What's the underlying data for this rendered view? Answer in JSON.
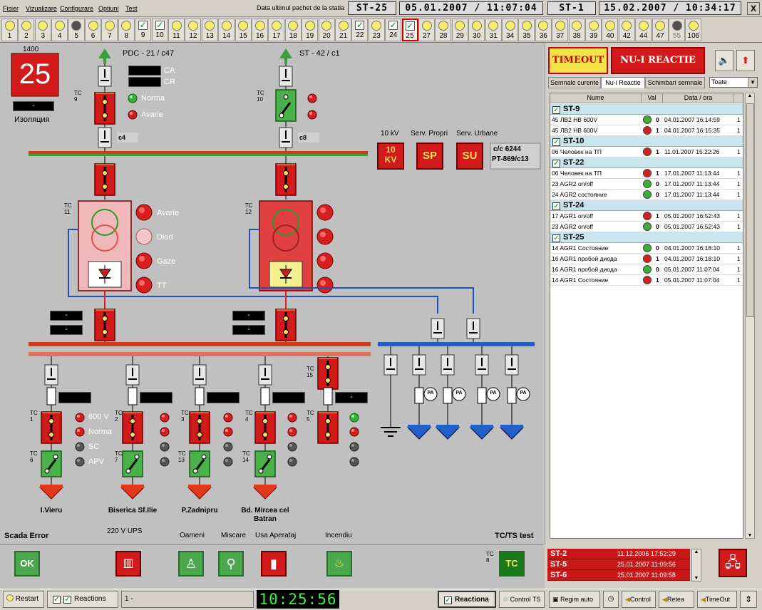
{
  "menu": [
    "Fisier",
    "Vizualizare",
    "Configurare",
    "Optiuni",
    "Test"
  ],
  "header": {
    "last_packet_label": "Data ultimul pachet de la statia",
    "station_a": "ST-25",
    "datetime_a": "05.01.2007 / 11:07:04",
    "station_b": "ST-1",
    "datetime_b": "15.02.2007 / 10:34:17",
    "close": "X"
  },
  "stations": [
    {
      "n": "1",
      "t": "dot"
    },
    {
      "n": "2",
      "t": "dot"
    },
    {
      "n": "3",
      "t": "dot"
    },
    {
      "n": "4",
      "t": "dot"
    },
    {
      "n": "5",
      "t": "off"
    },
    {
      "n": "6",
      "t": "dot"
    },
    {
      "n": "7",
      "t": "dot"
    },
    {
      "n": "8",
      "t": "dot"
    },
    {
      "n": "9",
      "t": "chk"
    },
    {
      "n": "10",
      "t": "chk"
    },
    {
      "n": "11",
      "t": "dot"
    },
    {
      "n": "12",
      "t": "dot"
    },
    {
      "n": "13",
      "t": "dot"
    },
    {
      "n": "14",
      "t": "dot"
    },
    {
      "n": "15",
      "t": "dot"
    },
    {
      "n": "16",
      "t": "dot"
    },
    {
      "n": "17",
      "t": "dot"
    },
    {
      "n": "18",
      "t": "dot"
    },
    {
      "n": "19",
      "t": "dot"
    },
    {
      "n": "20",
      "t": "dot"
    },
    {
      "n": "21",
      "t": "dot"
    },
    {
      "n": "22",
      "t": "chk"
    },
    {
      "n": "23",
      "t": "dot"
    },
    {
      "n": "24",
      "t": "chk"
    },
    {
      "n": "25",
      "t": "chk",
      "sel": true
    },
    {
      "n": "27",
      "t": "dot"
    },
    {
      "n": "28",
      "t": "dot"
    },
    {
      "n": "29",
      "t": "dot"
    },
    {
      "n": "30",
      "t": "dot"
    },
    {
      "n": "31",
      "t": "dot"
    },
    {
      "n": "34",
      "t": "dot"
    },
    {
      "n": "35",
      "t": "dot"
    },
    {
      "n": "36",
      "t": "dot"
    },
    {
      "n": "37",
      "t": "dot"
    },
    {
      "n": "38",
      "t": "dot"
    },
    {
      "n": "39",
      "t": "dot"
    },
    {
      "n": "40",
      "t": "dot"
    },
    {
      "n": "42",
      "t": "dot"
    },
    {
      "n": "44",
      "t": "dot"
    },
    {
      "n": "47",
      "t": "dot"
    },
    {
      "n": "55",
      "t": "off",
      "grey": true
    },
    {
      "n": "106",
      "t": "dot"
    }
  ],
  "scheme": {
    "station_code": "1400",
    "station_number": "25",
    "isolation_value": "-",
    "isolation_label": "Изоляция",
    "feed_left": "PDC - 21 / c47",
    "feed_right": "ST - 42 / c1",
    "ca": "CA",
    "cr": "CR",
    "tc9": "TC\n9",
    "tc10": "TC\n10",
    "norma": "Norma",
    "avarie": "Avarie",
    "c4": "c4",
    "c8": "c8",
    "kv_label": "10 kV",
    "serv_propri": "Serv. Propri",
    "serv_urbane": "Serv. Urbane",
    "btn_10kv": "10\nKV",
    "btn_sp": "SP",
    "btn_su": "SU",
    "cc": "c/c 6244",
    "pt": "PT-869/c13",
    "tc11": "TC\n11",
    "tc12": "TC\n12",
    "t_avarie": "Avarie",
    "t_diod": "Diod",
    "t_gaze": "Gaze",
    "t_tt": "TT",
    "dash": "-",
    "f_600": "600 V",
    "f_norma": "Norma",
    "f_sc": "SC",
    "f_apv": "APV",
    "tc1": "TC\n1",
    "tc2": "TC\n2",
    "tc3": "TC\n3",
    "tc4": "TC\n4",
    "tc5": "TC\n5",
    "tc15": "TC\n15",
    "tc6": "TC\n6",
    "tc7": "TC\n7",
    "tc13": "TC\n13",
    "tc14": "TC\n14",
    "pa": "PA",
    "feeders": [
      "I.Vieru",
      "Biserica Sf.Ilie",
      "P.Zadnipru",
      "Bd. Mircea cel\nBatran"
    ]
  },
  "bottom": {
    "scada_error": "Scada Error",
    "ups": "220 V UPS",
    "oameni": "Oameni",
    "miscare": "Miscare",
    "usa": "Usa Aperataj",
    "incendiu": "Incendiu",
    "tcts": "TC/TS test",
    "ok": "OK",
    "tc8": "TC\n8",
    "tc": "TC"
  },
  "rpanel": {
    "timeout": "TIMEOUT",
    "noreact": "NU-I REACTIE",
    "tabs": [
      "Semnale curente",
      "Nu-i Reactie",
      "Schimbari semnale"
    ],
    "filter": "Toate",
    "cols": [
      "Nume",
      "Val",
      "Data / ora"
    ],
    "groups": [
      {
        "name": "ST-9",
        "rows": [
          [
            "45 ЛВ2 НВ 600V",
            "g",
            "0",
            "04.01.2007 16:14:59",
            "1"
          ],
          [
            "45 ЛВ2 НВ 600V",
            "r",
            "1",
            "04.01.2007 16:15:35",
            "1"
          ]
        ]
      },
      {
        "name": "ST-10",
        "rows": [
          [
            "06 Человек на ТП",
            "r",
            "1",
            "11.01.2007 15:22:26",
            "1"
          ]
        ]
      },
      {
        "name": "ST-22",
        "rows": [
          [
            "06 Человек на ТП",
            "r",
            "1",
            "17.01.2007 11:13:44",
            "1"
          ],
          [
            "23 AGR2 on/off",
            "g",
            "0",
            "17.01.2007 11:13:44",
            "1"
          ],
          [
            "24 AGR2 состояние",
            "g",
            "0",
            "17.01.2007 11:13:44",
            "1"
          ]
        ]
      },
      {
        "name": "ST-24",
        "rows": [
          [
            "17 AGR1 on/off",
            "r",
            "1",
            "05.01.2007 16:52:43",
            "1"
          ],
          [
            "23 AGR2 on/off",
            "g",
            "0",
            "05.01.2007 16:52:43",
            "1"
          ]
        ]
      },
      {
        "name": "ST-25",
        "rows": [
          [
            "14 AGR1 Состояние",
            "g",
            "0",
            "04.01.2007 16:18:10",
            "1"
          ],
          [
            "16 AGR1 пробой диода",
            "r",
            "1",
            "04.01.2007 16:18:10",
            "1"
          ],
          [
            "16 AGR1 пробой диода",
            "g",
            "0",
            "05.01.2007 11:07:04",
            "1"
          ],
          [
            "14 AGR1 Состояние",
            "r",
            "1",
            "05.01.2007 11:07:04",
            "1"
          ]
        ]
      }
    ]
  },
  "alarms": [
    [
      "ST-2",
      "11.12.2006  17:52:29"
    ],
    [
      "ST-5",
      "25.01.2007  11:09:56"
    ],
    [
      "ST-6",
      "25.01.2007  11:09:58"
    ]
  ],
  "taskbar": {
    "restart": "Restart",
    "reactions": "Reactions",
    "field": "1 -",
    "clock": "10:25:56",
    "reactiona": "Reactiona",
    "control_ts": "Control TS",
    "regim": "Regim auto",
    "control": "Control",
    "retea": "Retea",
    "timeout": "TimeOut"
  }
}
